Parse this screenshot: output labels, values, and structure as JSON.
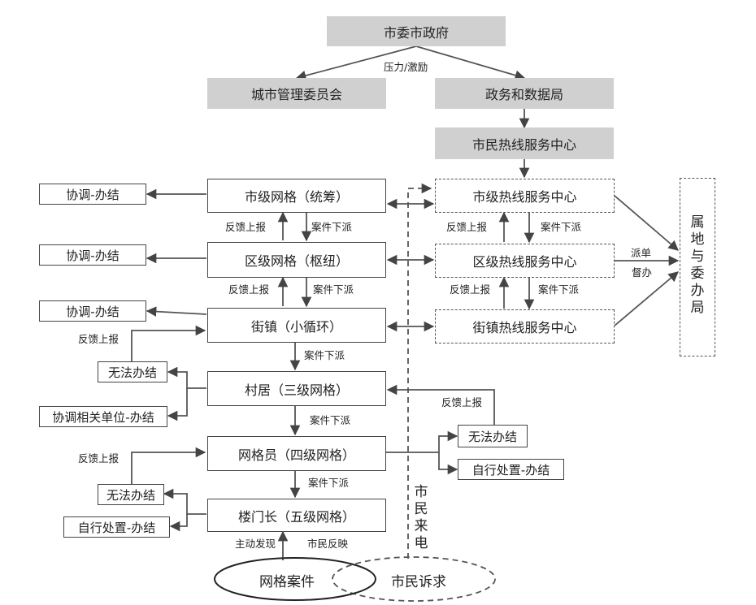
{
  "top": {
    "government": "市委市政府",
    "pressure_label": "压力/激励",
    "city_management": "城市管理委员会",
    "data_bureau": "政务和数据局",
    "hotline_center": "市民热线服务中心"
  },
  "grid": {
    "city_level": "市级网格（统筹）",
    "district_level": "区级网格（枢纽）",
    "street_level": "街镇（小循环）",
    "village_level": "村居（三级网格）",
    "gridman_level": "网格员（四级网格）",
    "building_level": "楼门长（五级网格）"
  },
  "hotline": {
    "city": "市级热线服务中心",
    "district": "区级热线服务中心",
    "street": "街镇热线服务中心",
    "local_office": "属地与委办局",
    "dispatch_label": "派单",
    "supervise_label": "督办"
  },
  "left": {
    "coord_close_1": "协调-办结",
    "coord_close_2": "协调-办结",
    "coord_close_3": "协调-办结",
    "unable_1": "无法办结",
    "coord_units": "协调相关单位-办结",
    "unable_2": "无法办结",
    "self_handle": "自行处置-办结",
    "feedback_1": "反馈上报",
    "feedback_2": "反馈上报"
  },
  "right": {
    "unable": "无法办结",
    "self_handle": "自行处置-办结",
    "feedback": "反馈上报"
  },
  "flow": {
    "feedback": "反馈上报",
    "dispatch": "案件下派",
    "active_discovery": "主动发现",
    "citizen_report": "市民反映",
    "citizen_call": "市民来电"
  },
  "bottom": {
    "grid_case": "网格案件",
    "citizen_appeal": "市民诉求"
  }
}
